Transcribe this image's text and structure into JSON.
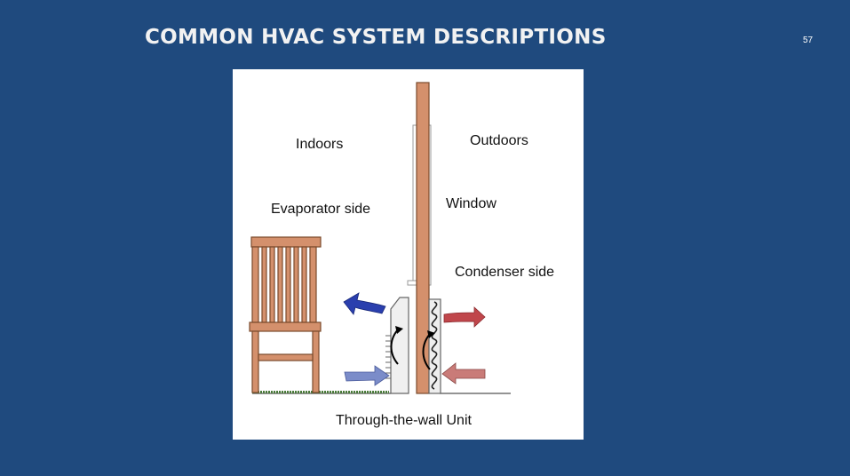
{
  "slide": {
    "title": "COMMON HVAC SYSTEM DESCRIPTIONS",
    "page_number": "57"
  },
  "diagram": {
    "labels": {
      "indoors": "Indoors",
      "outdoors": "Outdoors",
      "evaporator_side": "Evaporator side",
      "window": "Window",
      "condenser_side": "Condenser side",
      "caption": "Through-the-wall Unit"
    },
    "colors": {
      "background": "#1f4a7e",
      "wood": "#d4906c",
      "wood_outline": "#7a4a2c",
      "cool_air_out": "#2a3fae",
      "cool_air_in": "#7b8cc9",
      "hot_air_out": "#c0464b",
      "warm_air_in": "#c97b78",
      "unit_body": "#eeeeee",
      "grass": "#4a7a3a"
    }
  }
}
